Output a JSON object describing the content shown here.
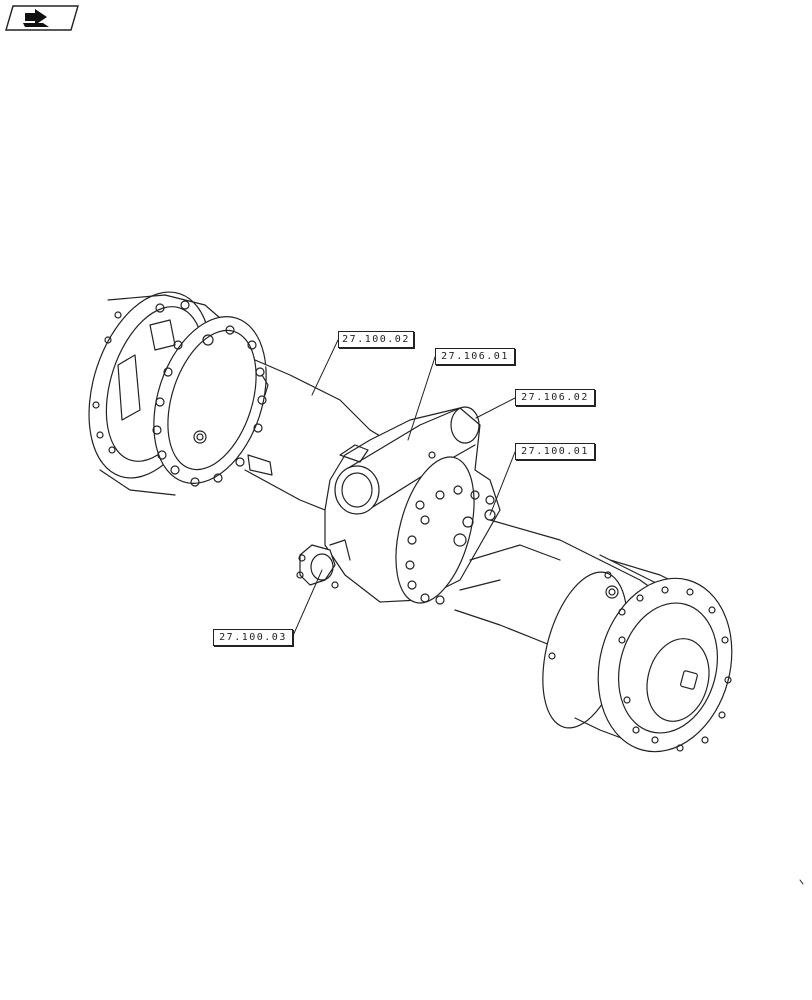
{
  "icons": {
    "nav": "forward-page-icon"
  },
  "callouts": [
    {
      "id": "c1",
      "label": "27.100.02"
    },
    {
      "id": "c2",
      "label": "27.106.01"
    },
    {
      "id": "c3",
      "label": "27.106.02"
    },
    {
      "id": "c4",
      "label": "27.100.01"
    },
    {
      "id": "c5",
      "label": "27.100.03"
    }
  ],
  "colors": {
    "line": "#222222",
    "background": "#ffffff"
  }
}
